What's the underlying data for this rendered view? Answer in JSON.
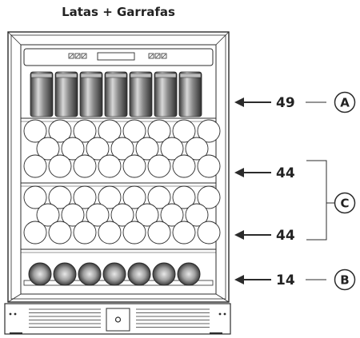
{
  "title": "Latas + Garrafas",
  "shelves": [
    {
      "count": "49",
      "letter": "A",
      "type": "cans"
    },
    {
      "count": "44",
      "letter": "C",
      "type": "bottles"
    },
    {
      "count": "44",
      "letter": "C",
      "type": "bottles"
    },
    {
      "count": "14",
      "letter": "B",
      "type": "bottles-side"
    }
  ],
  "bracket_letter": "C",
  "control_panel": {
    "left_buttons": [
      "⊘",
      "⊘",
      "⊘"
    ],
    "right_buttons": [
      "⊘",
      "⊘",
      "⊘"
    ]
  },
  "icons": {
    "arrow": "arrow-left-icon",
    "circle_label": "circle-letter-icon"
  },
  "colors": {
    "outline": "#2b2b2b",
    "can_dark": "#3a3a3a",
    "can_light": "#d8d8d8",
    "bottle_dark": "#555555"
  }
}
